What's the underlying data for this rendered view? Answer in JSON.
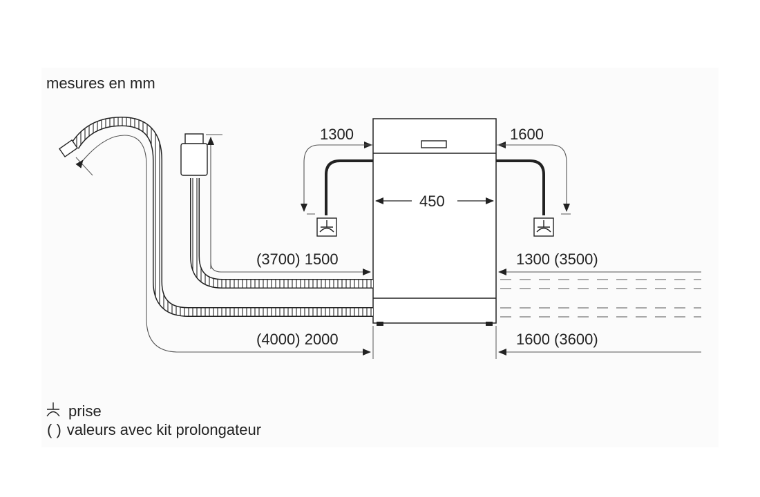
{
  "units_note": "mesures en mm",
  "dims": {
    "top_left": "1300",
    "top_right": "1600",
    "width": "450",
    "middle_left": "(3700) 1500",
    "middle_right": "1300 (3500)",
    "bottom_left": "(4000) 2000",
    "bottom_right": "1600 (3600)"
  },
  "legend": {
    "socket_label": "prise",
    "parens_symbol": "( )",
    "parens_label": "valeurs avec kit prolongateur"
  },
  "colors": {
    "line": "#222222",
    "thin_line": "#555555",
    "dashed": "#777777",
    "background": "#ffffff",
    "panel": "#f7f7f7"
  }
}
